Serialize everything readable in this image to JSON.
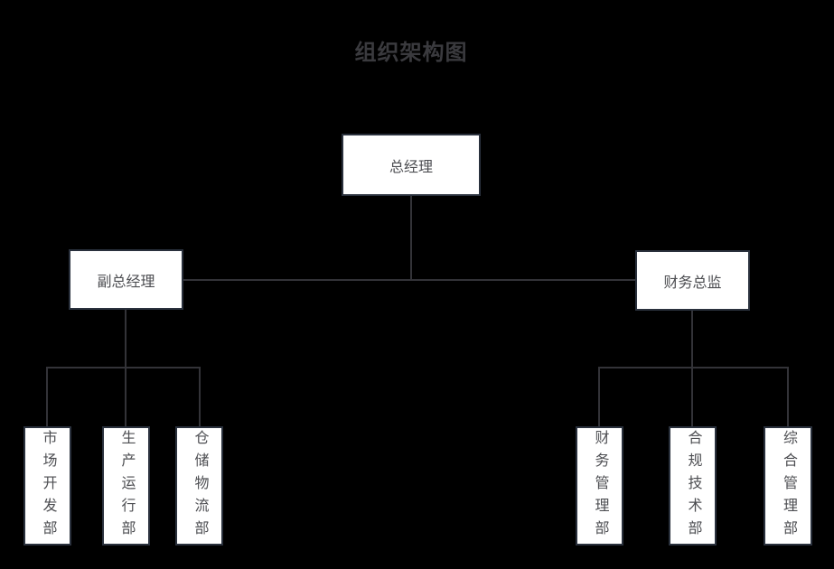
{
  "title": "组织架构图",
  "org": {
    "root": {
      "label": "总经理"
    },
    "branches": [
      {
        "manager": {
          "label": "副总经理"
        },
        "departments": [
          {
            "label": "市场开发部"
          },
          {
            "label": "生产运行部"
          },
          {
            "label": "仓储物流部"
          }
        ]
      },
      {
        "manager": {
          "label": "财务总监"
        },
        "departments": [
          {
            "label": "财务管理部"
          },
          {
            "label": "合规技术部"
          },
          {
            "label": "综合管理部"
          }
        ]
      }
    ]
  },
  "colors": {
    "background": "#000000",
    "node_fill": "#ffffff",
    "node_border": "#2a313d",
    "connector": "#333338",
    "title_text": "#3a3a3e",
    "node_text": "#4d4e52"
  }
}
